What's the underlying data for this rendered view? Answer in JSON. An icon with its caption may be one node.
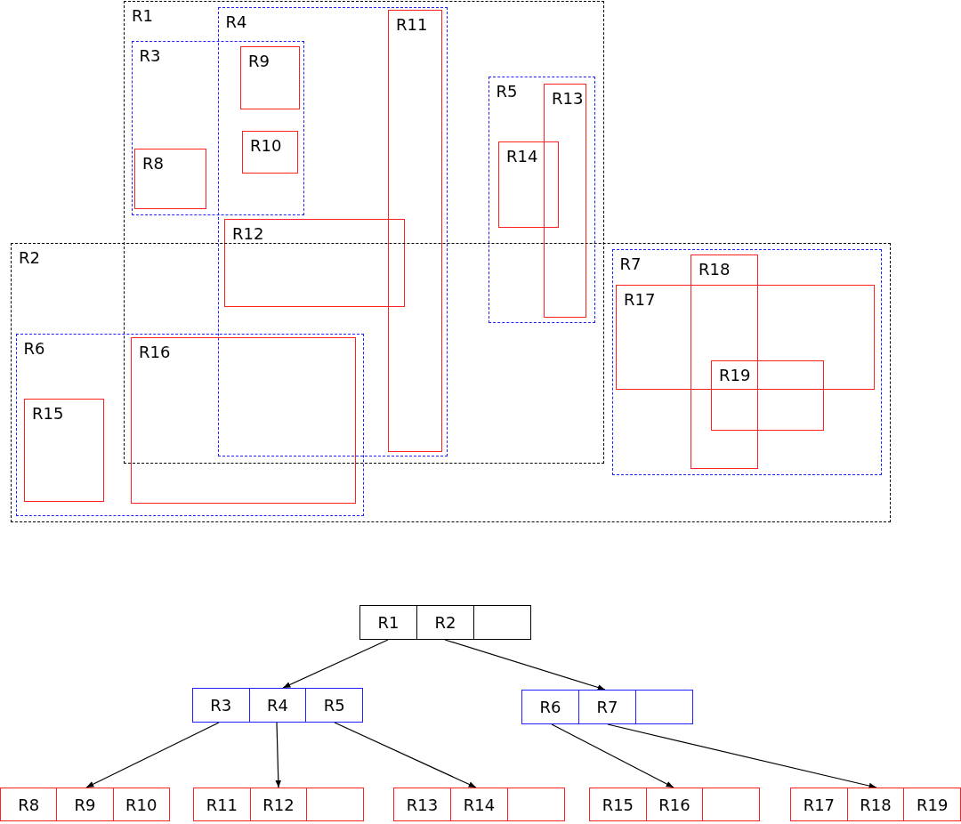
{
  "diagram": {
    "nodes": [
      {
        "text": [
          "R1"
        ]
      },
      {
        "text": [
          "R3"
        ],
        "in": 0
      },
      {
        "text": [
          "R8"
        ],
        "in": 1
      },
      {
        "text": [
          "R4"
        ],
        "in": 0
      },
      {
        "text": [
          "R9"
        ]
      },
      {
        "text": [
          "R10"
        ]
      },
      {
        "text": [
          "R11"
        ],
        "in": 3
      },
      {
        "text": [
          "R12"
        ],
        "in": 3
      },
      {
        "text": [
          "R5"
        ],
        "in": 0
      },
      {
        "text": [
          "R13"
        ],
        "in": 8
      },
      {
        "text": [
          "R14"
        ],
        "in": 8
      },
      {
        "text": [
          "R2"
        ]
      },
      {
        "text": [
          "R6"
        ],
        "in": 11
      },
      {
        "text": [
          "R15"
        ],
        "in": 12
      },
      {
        "text": [
          "R16"
        ],
        "in": 12
      },
      {
        "text": [
          "R7"
        ],
        "in": 11
      },
      {
        "text": [
          "R17"
        ],
        "in": 15
      },
      {
        "text": [
          "R18"
        ],
        "in": 15
      },
      {
        "text": [
          "R19"
        ],
        "in": 15
      },
      {
        "text": [
          "R1",
          "R2"
        ]
      },
      {
        "text": [
          "R3",
          "R4",
          "R5"
        ]
      },
      {
        "text": [
          "R6",
          "R7"
        ]
      },
      {
        "text": [
          "R8",
          "R9",
          "R10"
        ]
      },
      {
        "text": [
          "R11",
          "R12"
        ]
      },
      {
        "text": [
          "R13",
          "R14"
        ]
      },
      {
        "text": [
          "R15",
          "R16"
        ]
      },
      {
        "text": [
          "R17",
          "R18",
          "R19"
        ]
      }
    ],
    "edges": [
      {
        "from": 19,
        "to": 20,
        "arrow": "to"
      },
      {
        "from": 19,
        "to": 21,
        "arrow": "to"
      },
      {
        "from": 20,
        "to": 22,
        "arrow": "to"
      },
      {
        "from": 20,
        "to": 23,
        "arrow": "to"
      },
      {
        "from": 20,
        "to": 24,
        "arrow": "to"
      },
      {
        "from": 21,
        "to": 25,
        "arrow": "to"
      },
      {
        "from": 21,
        "to": 26,
        "arrow": "to"
      }
    ]
  }
}
